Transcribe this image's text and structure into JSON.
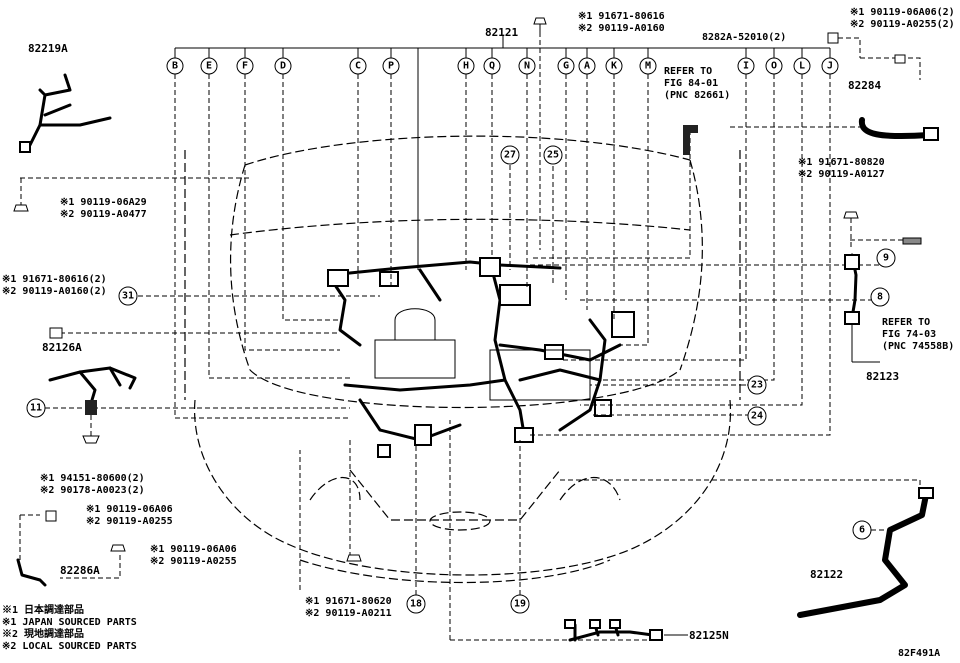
{
  "parts": {
    "main": "82121",
    "p82219a": "82219A",
    "p82126a": "82126A",
    "p82286a": "82286A",
    "p82284": "82284",
    "p82123": "82123",
    "p82122": "82122",
    "p82125n": "82125N",
    "clip": "8282A-52010(2)"
  },
  "connectors": [
    "B",
    "E",
    "F",
    "D",
    "C",
    "P",
    "H",
    "Q",
    "N",
    "G",
    "A",
    "K",
    "M",
    "I",
    "O",
    "L",
    "J"
  ],
  "callouts": {
    "c27": "27",
    "c25": "25",
    "c31": "31",
    "c11": "11",
    "c9": "9",
    "c8": "8",
    "c23": "23",
    "c24": "24",
    "c6": "6",
    "c18": "18",
    "c19": "19"
  },
  "refs": {
    "fig84": [
      "REFER TO",
      "FIG 84-01",
      "(PNC 82661)"
    ],
    "fig74": [
      "REFER TO",
      "FIG 74-03",
      "(PNC 74558B)"
    ]
  },
  "fasteners": {
    "top": [
      "※1 91671-80616",
      "※2 90119-A0160"
    ],
    "topright": [
      "※1 90119-06A06(2)",
      "※2 90119-A0255(2)"
    ],
    "left1": [
      "※1 90119-06A29",
      "※2 90119-A0477"
    ],
    "left2": [
      "※1 91671-80616(2)",
      "※2 90119-A0160(2)"
    ],
    "left3": [
      "※1 94151-80600(2)",
      "※2 90178-A0023(2)"
    ],
    "left4": [
      "※1 90119-06A06",
      "※2 90119-A0255"
    ],
    "left5": [
      "※1 90119-06A06",
      "※2 90119-A0255"
    ],
    "bottom": [
      "※1 91671-80620",
      "※2 90119-A0211"
    ],
    "right": [
      "※1 91671-80820",
      "※2 90119-A0127"
    ]
  },
  "legend": [
    "※1 日本調達部品",
    "※1 JAPAN SOURCED PARTS",
    "※2 現地調達部品",
    "※2 LOCAL SOURCED PARTS"
  ],
  "figure_code": "82F491A"
}
